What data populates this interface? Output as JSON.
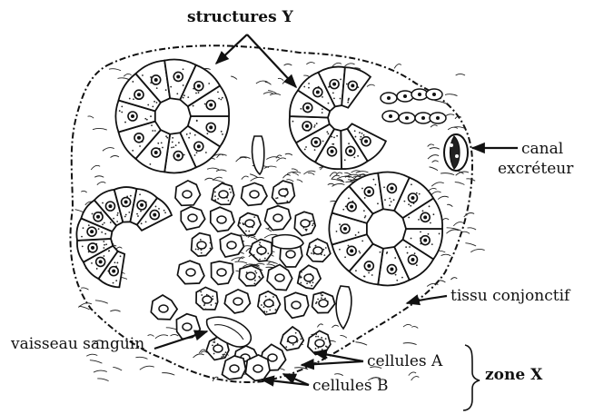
{
  "labels": {
    "structures_y": "structures Y",
    "canal_line1": "canal",
    "canal_line2": "excréteur",
    "tissu": "tissu conjonctif",
    "vaisseau": "vaisseau sanguin",
    "cellules_a": "cellules A",
    "cellules_b": "cellules B",
    "zone_x": "zone X"
  },
  "colors": {
    "ink": "#111111",
    "background": "#ffffff"
  }
}
